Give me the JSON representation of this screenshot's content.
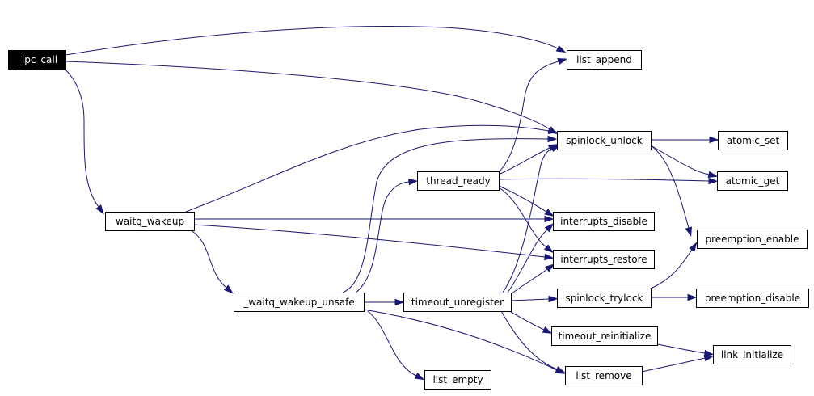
{
  "diagram": {
    "nodes": [
      {
        "id": "ipc_call",
        "label": "_ipc_call",
        "root": true
      },
      {
        "id": "list_append",
        "label": "list_append"
      },
      {
        "id": "spinlock_unlock",
        "label": "spinlock_unlock"
      },
      {
        "id": "atomic_set",
        "label": "atomic_set"
      },
      {
        "id": "thread_ready",
        "label": "thread_ready"
      },
      {
        "id": "atomic_get",
        "label": "atomic_get"
      },
      {
        "id": "waitq_wakeup",
        "label": "waitq_wakeup"
      },
      {
        "id": "interrupts_disable",
        "label": "interrupts_disable"
      },
      {
        "id": "preemption_enable",
        "label": "preemption_enable"
      },
      {
        "id": "interrupts_restore",
        "label": "interrupts_restore"
      },
      {
        "id": "waitq_wakeup_unsafe",
        "label": "_waitq_wakeup_unsafe"
      },
      {
        "id": "timeout_unregister",
        "label": "timeout_unregister"
      },
      {
        "id": "spinlock_trylock",
        "label": "spinlock_trylock"
      },
      {
        "id": "preemption_disable",
        "label": "preemption_disable"
      },
      {
        "id": "timeout_reinitialize",
        "label": "timeout_reinitialize"
      },
      {
        "id": "link_initialize",
        "label": "link_initialize"
      },
      {
        "id": "list_remove",
        "label": "list_remove"
      },
      {
        "id": "list_empty",
        "label": "list_empty"
      }
    ],
    "edges": [
      {
        "from": "ipc_call",
        "to": "list_append"
      },
      {
        "from": "ipc_call",
        "to": "spinlock_unlock"
      },
      {
        "from": "ipc_call",
        "to": "waitq_wakeup"
      },
      {
        "from": "waitq_wakeup",
        "to": "spinlock_unlock"
      },
      {
        "from": "waitq_wakeup",
        "to": "interrupts_disable"
      },
      {
        "from": "waitq_wakeup",
        "to": "interrupts_restore"
      },
      {
        "from": "waitq_wakeup",
        "to": "waitq_wakeup_unsafe"
      },
      {
        "from": "waitq_wakeup_unsafe",
        "to": "thread_ready"
      },
      {
        "from": "waitq_wakeup_unsafe",
        "to": "spinlock_unlock"
      },
      {
        "from": "waitq_wakeup_unsafe",
        "to": "timeout_unregister"
      },
      {
        "from": "waitq_wakeup_unsafe",
        "to": "list_remove"
      },
      {
        "from": "waitq_wakeup_unsafe",
        "to": "list_empty"
      },
      {
        "from": "thread_ready",
        "to": "list_append"
      },
      {
        "from": "thread_ready",
        "to": "spinlock_unlock"
      },
      {
        "from": "thread_ready",
        "to": "atomic_get"
      },
      {
        "from": "thread_ready",
        "to": "interrupts_disable"
      },
      {
        "from": "thread_ready",
        "to": "interrupts_restore"
      },
      {
        "from": "timeout_unregister",
        "to": "spinlock_unlock"
      },
      {
        "from": "timeout_unregister",
        "to": "interrupts_disable"
      },
      {
        "from": "timeout_unregister",
        "to": "interrupts_restore"
      },
      {
        "from": "timeout_unregister",
        "to": "spinlock_trylock"
      },
      {
        "from": "timeout_unregister",
        "to": "timeout_reinitialize"
      },
      {
        "from": "timeout_unregister",
        "to": "list_remove"
      },
      {
        "from": "spinlock_unlock",
        "to": "atomic_set"
      },
      {
        "from": "spinlock_unlock",
        "to": "atomic_get"
      },
      {
        "from": "spinlock_unlock",
        "to": "preemption_enable"
      },
      {
        "from": "spinlock_trylock",
        "to": "preemption_enable"
      },
      {
        "from": "spinlock_trylock",
        "to": "preemption_disable"
      },
      {
        "from": "timeout_reinitialize",
        "to": "link_initialize"
      },
      {
        "from": "list_remove",
        "to": "link_initialize"
      }
    ]
  }
}
